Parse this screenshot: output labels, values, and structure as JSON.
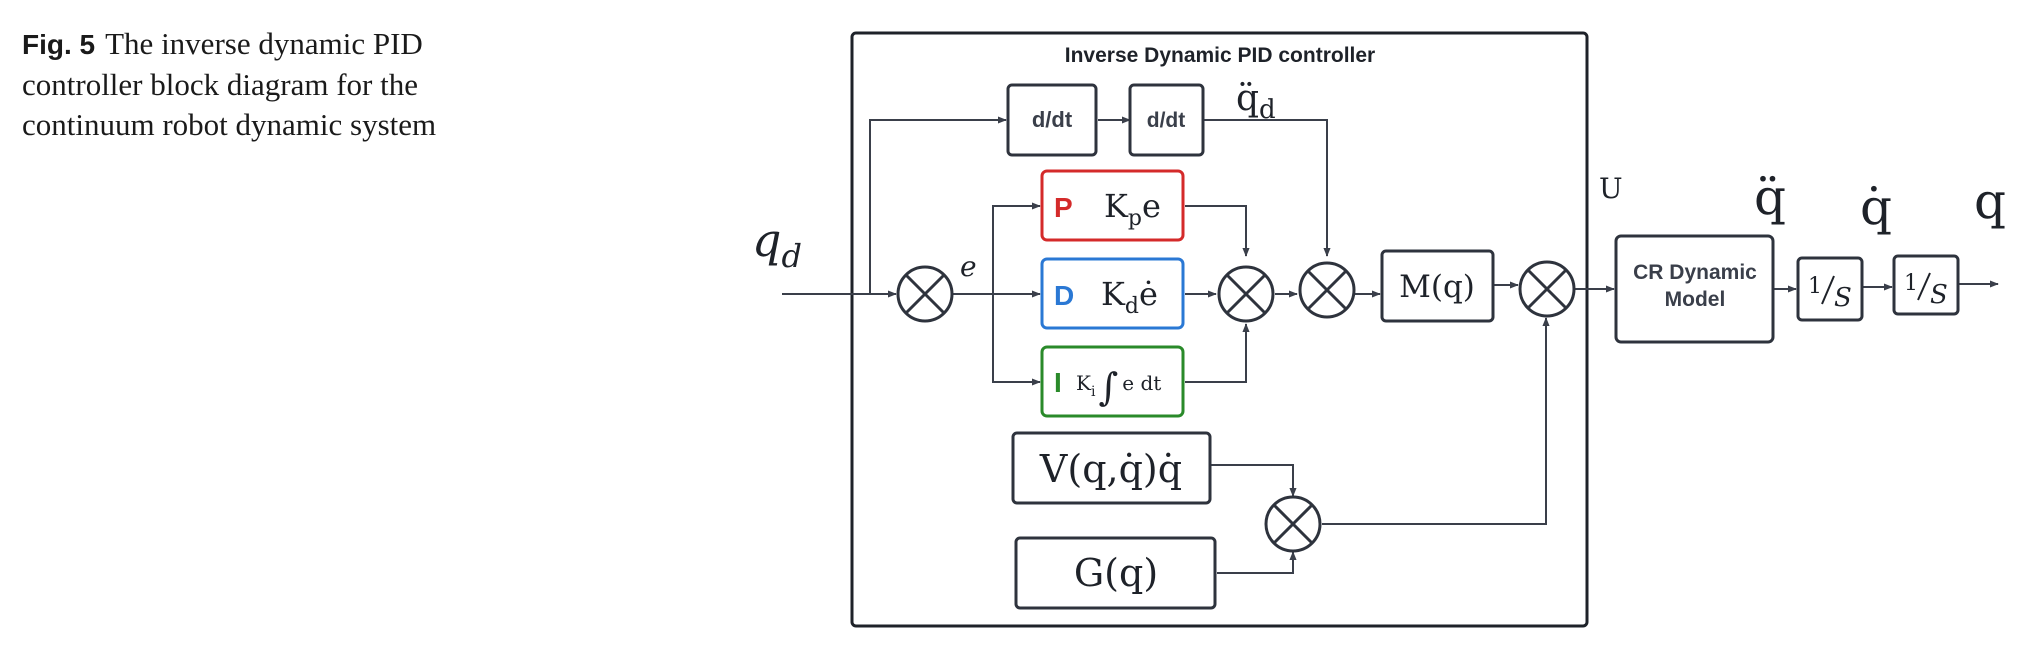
{
  "caption": {
    "label": "Fig. 5",
    "text": "The inverse dynamic PID controller block diagram for the continuum robot dynamic system"
  },
  "diagram": {
    "outer_title": "Inverse Dynamic PID controller",
    "input_label": "q",
    "input_sub": "d",
    "error_label": "e",
    "deriv1": "d/dt",
    "deriv2": "d/dt",
    "qdd_d_label": "q̈",
    "qdd_d_sub": "d",
    "p_letter": "P",
    "p_k": "K",
    "p_sub": "p",
    "p_tail": "e",
    "d_letter": "D",
    "d_k": "K",
    "d_sub": "d",
    "d_tail": "ė",
    "i_letter": "I",
    "i_k": "K",
    "i_sub": "i",
    "i_int": "∫",
    "i_tail": "e dt",
    "mass": "M(q)",
    "coriolis": "V(q,q̇)q̇",
    "gravity": "G(q)",
    "u_label": "U",
    "plant_line1": "CR Dynamic",
    "plant_line2": "Model",
    "int1_num": "1",
    "int1_den": "S",
    "int2_num": "1",
    "int2_den": "S",
    "qdd_label": "q̈",
    "qd_label": "q̇",
    "q_label": "q",
    "colors": {
      "p": "#d42a2a",
      "d": "#2a78d4",
      "i": "#2a8a2a",
      "line": "#3a3f4a"
    }
  }
}
